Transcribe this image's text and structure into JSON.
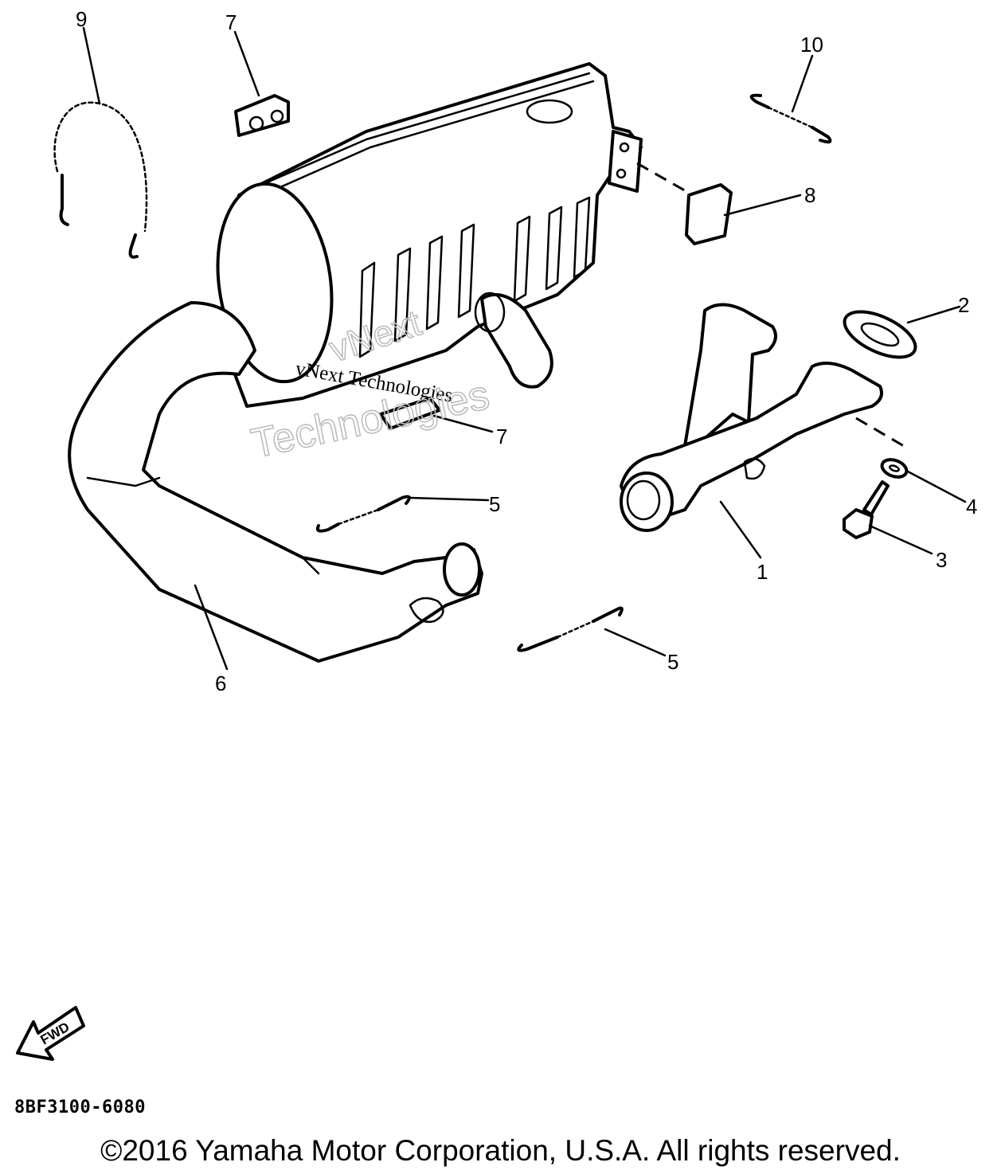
{
  "callouts": {
    "c1": "1",
    "c2": "2",
    "c3": "3",
    "c4": "4",
    "c5a": "5",
    "c5b": "5",
    "c6": "6",
    "c7a": "7",
    "c7b": "7",
    "c8": "8",
    "c9": "9",
    "c10": "10"
  },
  "watermark": {
    "line1": "vNext Technologies",
    "line2": "vNext",
    "line3": "Technologies"
  },
  "direction_badge": "FWD",
  "diagram_code": "8BF3100-6080",
  "copyright": "©2016 Yamaha Motor Corporation, U.S.A. All rights reserved."
}
